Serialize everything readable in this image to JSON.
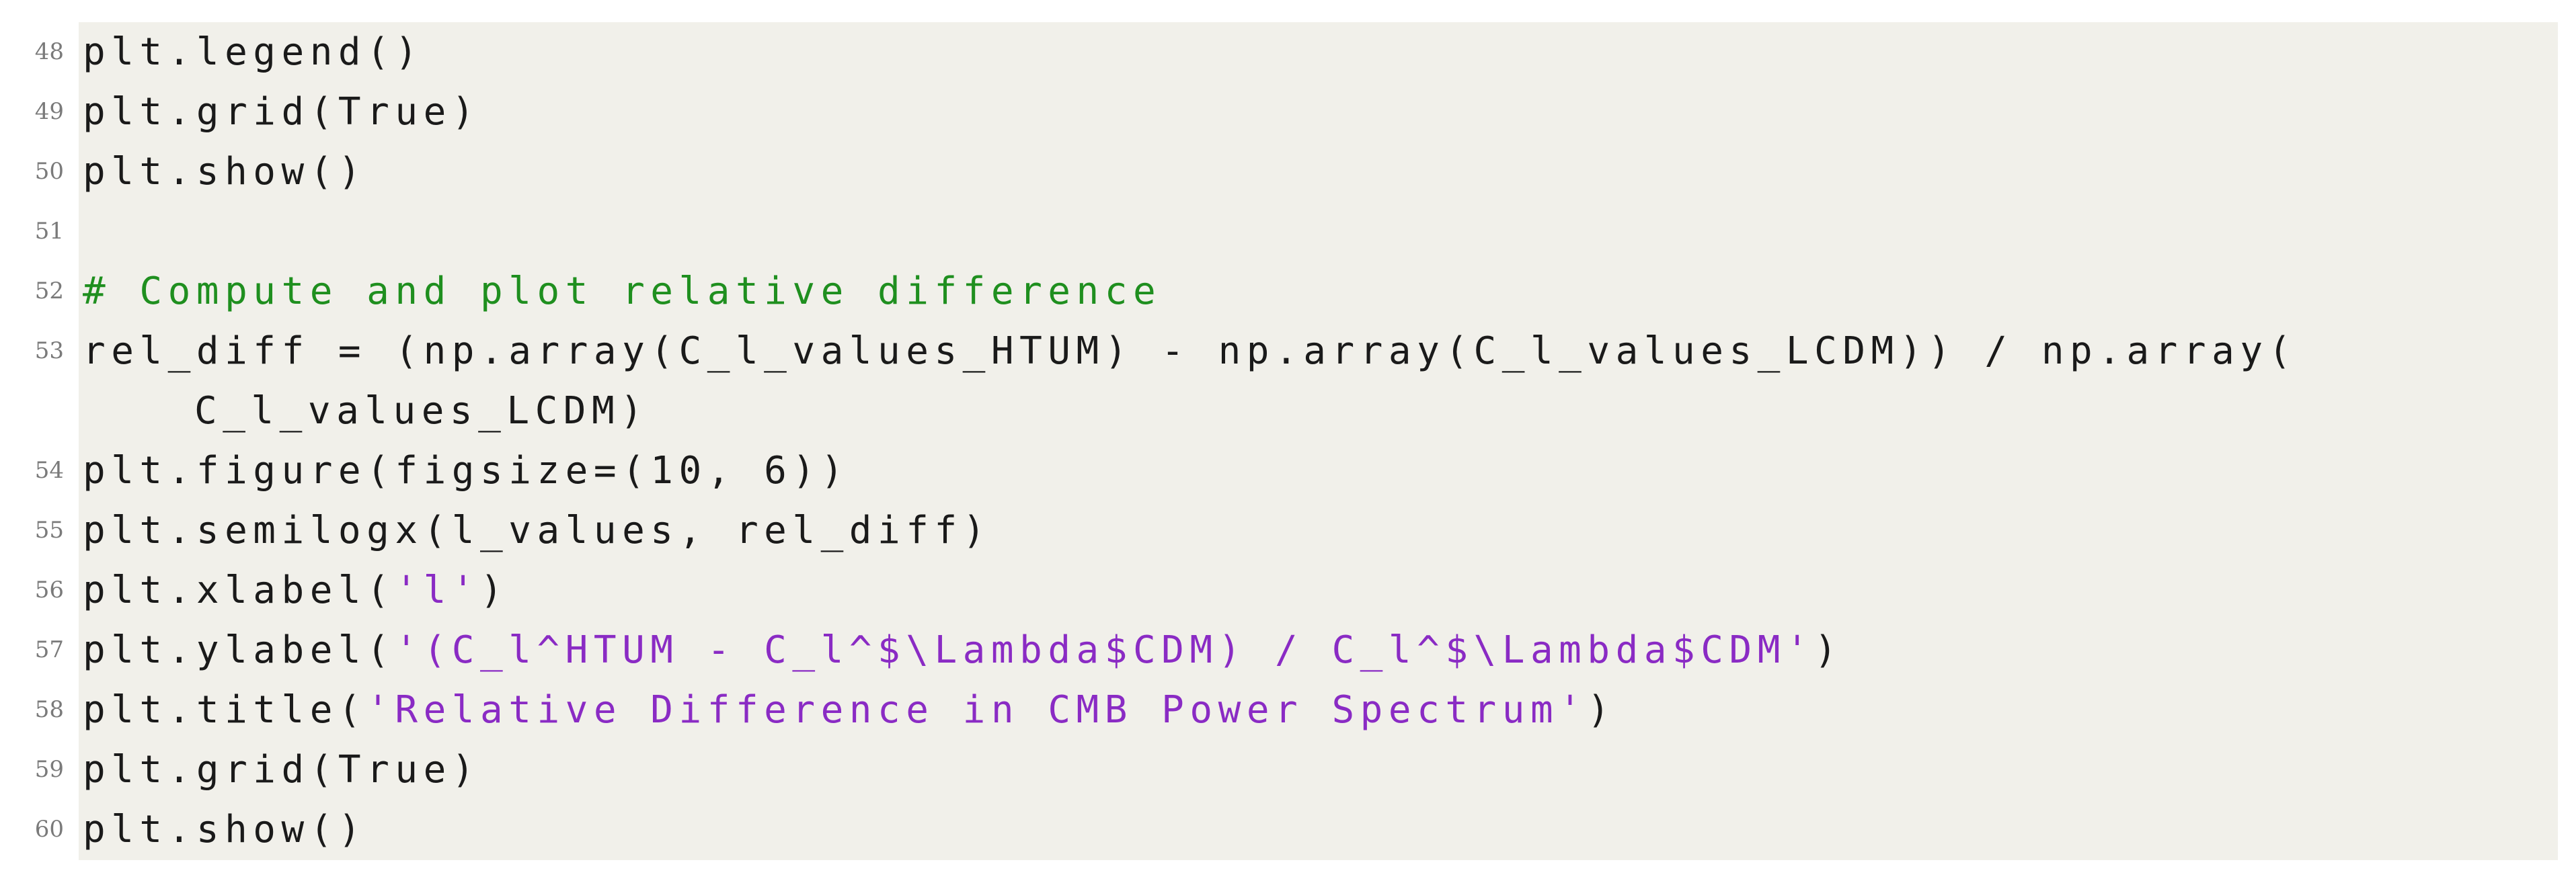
{
  "colors": {
    "background": "#f1f0ea",
    "text": "#1a1a1a",
    "comment": "#1f8f1f",
    "string": "#8a2bc4",
    "line_number": "#7a7a7a"
  },
  "lines": [
    {
      "num": "48",
      "text": "plt.legend()"
    },
    {
      "num": "49",
      "text": "plt.grid(True)"
    },
    {
      "num": "50",
      "text": "plt.show()"
    },
    {
      "num": "51",
      "text": ""
    },
    {
      "num": "52",
      "comment": "# Compute and plot relative difference"
    },
    {
      "num": "53",
      "text": "rel_diff = (np.array(C_l_values_HTUM) - np.array(C_l_values_LCDM)) / np.array(",
      "continuation": "C_l_values_LCDM)"
    },
    {
      "num": "54",
      "text": "plt.figure(figsize=(10, 6))"
    },
    {
      "num": "55",
      "text": "plt.semilogx(l_values, rel_diff)"
    },
    {
      "num": "56",
      "pre": "plt.xlabel(",
      "string": "'l'",
      "post": ")"
    },
    {
      "num": "57",
      "pre": "plt.ylabel(",
      "string": "'(C_l^HTUM - C_l^$\\Lambda$CDM) / C_l^$\\Lambda$CDM'",
      "post": ")"
    },
    {
      "num": "58",
      "pre": "plt.title(",
      "string": "'Relative Difference in CMB Power Spectrum'",
      "post": ")"
    },
    {
      "num": "59",
      "text": "plt.grid(True)"
    },
    {
      "num": "60",
      "text": "plt.show()"
    }
  ]
}
